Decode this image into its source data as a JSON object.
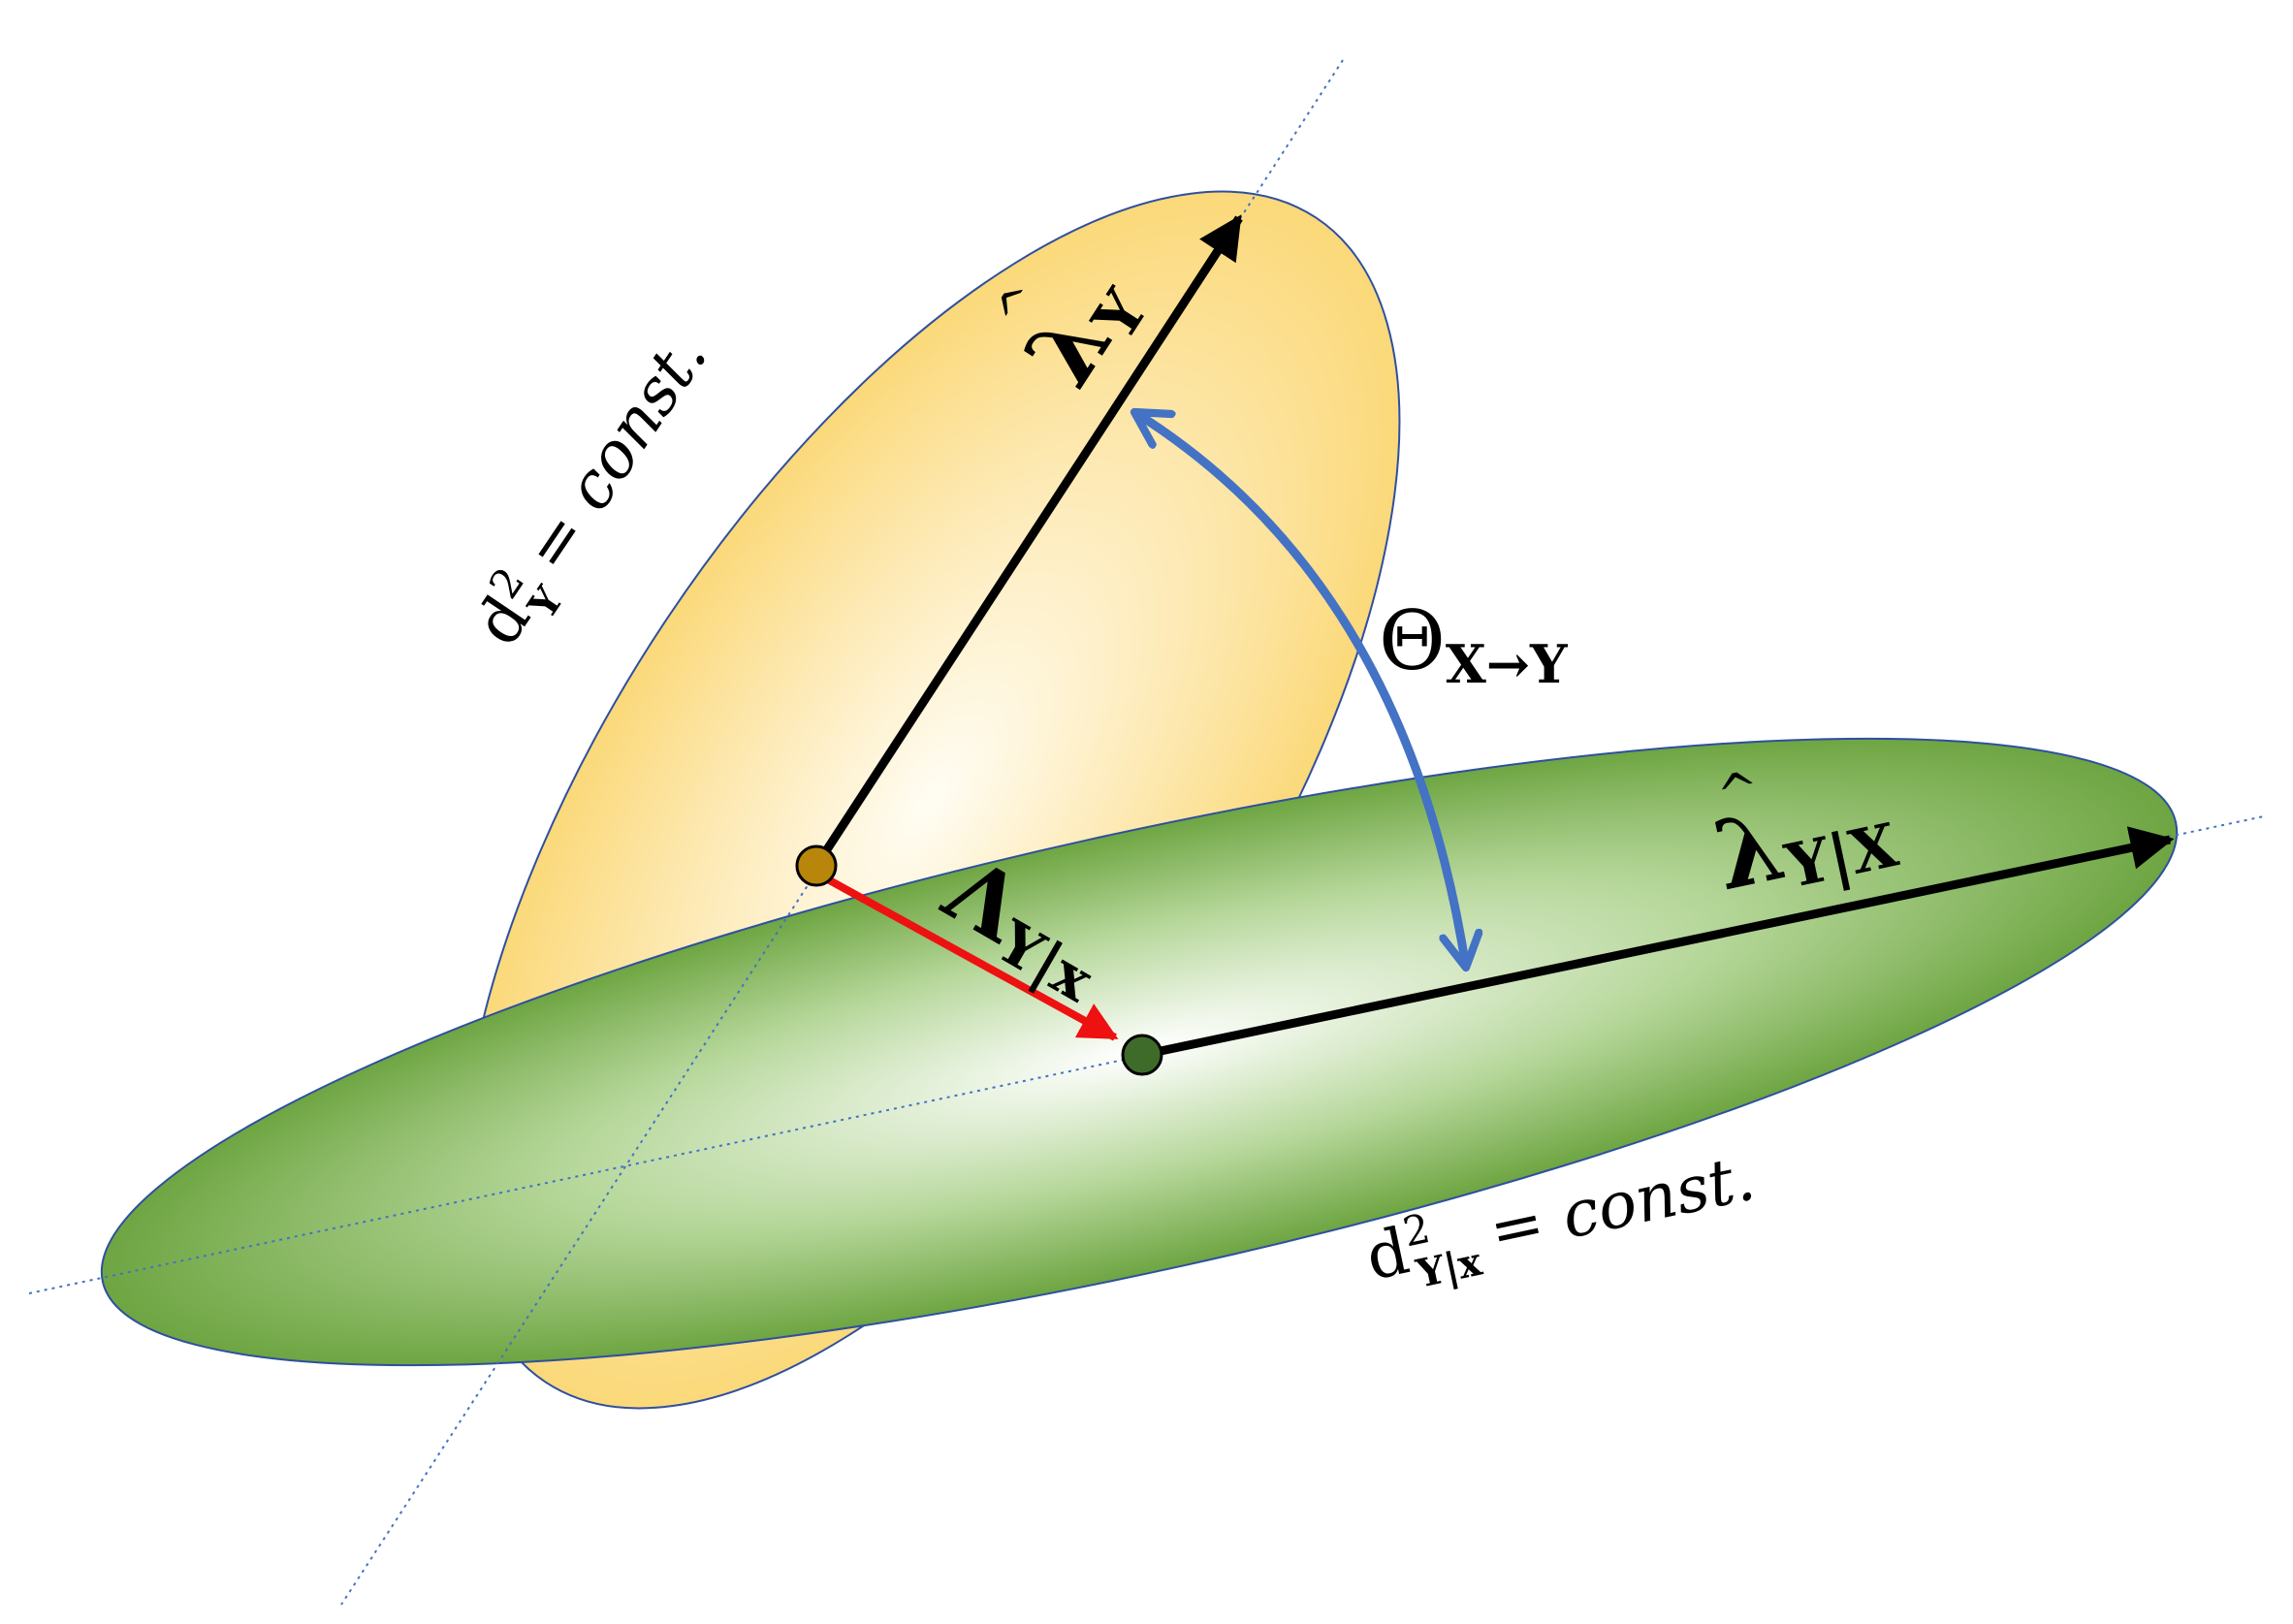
{
  "labels": {
    "d": "d",
    "sup2": "2",
    "y_sub": "Y",
    "yx_sub": "Y|x",
    "eq_const": "= const.",
    "lambda_glyph": "λ",
    "hat_glyph": "^",
    "lambda_y_sub": "Y",
    "lambda_yx_sub": "Y|X",
    "big_lambda_glyph": "Λ",
    "big_lambda_sub": "Y|x",
    "theta_glyph": "Θ",
    "theta_sub": "X→Y"
  },
  "colors": {
    "yellow_fill": "#FBD97A",
    "yellow_center": "#FFFDF4",
    "green_fill": "#6EA542",
    "green_center": "#FFFFFF",
    "outline": "#2F4F9F",
    "axis_dotted": "#4472C4",
    "arrow_black": "#000000",
    "arrow_red": "#EE1111",
    "arrow_blue": "#4472C4",
    "point_gold": "#B8860B",
    "point_green": "#3E6B2A"
  }
}
